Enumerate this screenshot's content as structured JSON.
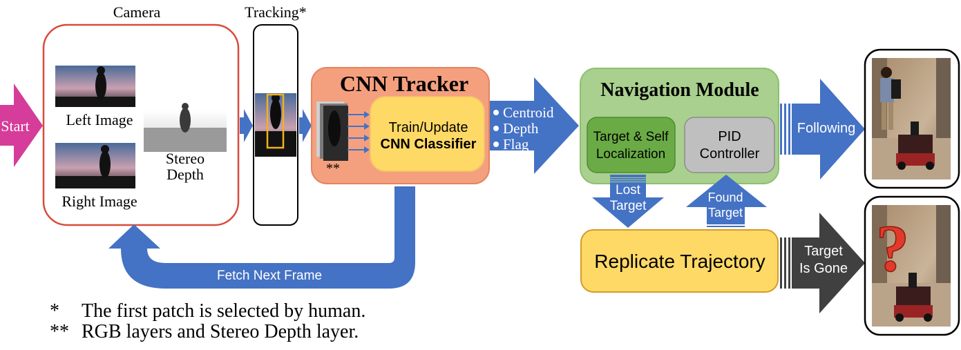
{
  "colors": {
    "start_arrow": "#d63c9a",
    "flow_arrow": "#4472c4",
    "camera_border": "#d94b3a",
    "tracker_fill": "#f4a07f",
    "tracker_border": "#e2845f",
    "classifier_fill": "#ffd966",
    "nav_fill": "#a9d08e",
    "nav_inner_fill": "#6aab45",
    "pid_fill": "#bfbfbf",
    "replicate_fill": "#ffd966",
    "gone_arrow": "#404040"
  },
  "start": {
    "label": "Start"
  },
  "camera": {
    "title": "Camera",
    "left_image_label": "Left Image",
    "right_image_label": "Right Image",
    "stereo_label_1": "Stereo",
    "stereo_label_2": "Depth"
  },
  "tracking": {
    "title": "Tracking*"
  },
  "cnn_tracker": {
    "title": "CNN Tracker",
    "classifier_line1": "Train/Update",
    "classifier_line2": "CNN Classifier",
    "patch_note": "**"
  },
  "outputs": {
    "items": [
      "Centroid",
      "Depth",
      "Flag"
    ]
  },
  "navigation": {
    "title": "Navigation Module",
    "localization_line1": "Target & Self",
    "localization_line2": "Localization",
    "pid_line1": "PID",
    "pid_line2": "Controller"
  },
  "lost_target": {
    "line1": "Lost",
    "line2": "Target"
  },
  "found_target": {
    "line1": "Found",
    "line2": "Target"
  },
  "replicate": {
    "label": "Replicate Trajectory"
  },
  "following": {
    "label": "Following"
  },
  "target_gone": {
    "line1": "Target",
    "line2": "Is Gone"
  },
  "fetch": {
    "label": "Fetch Next Frame"
  },
  "unknown_mark": "?",
  "footnotes": [
    {
      "mark": "*",
      "text": "The first patch is selected by human."
    },
    {
      "mark": "**",
      "text": "RGB layers and Stereo Depth layer."
    }
  ]
}
